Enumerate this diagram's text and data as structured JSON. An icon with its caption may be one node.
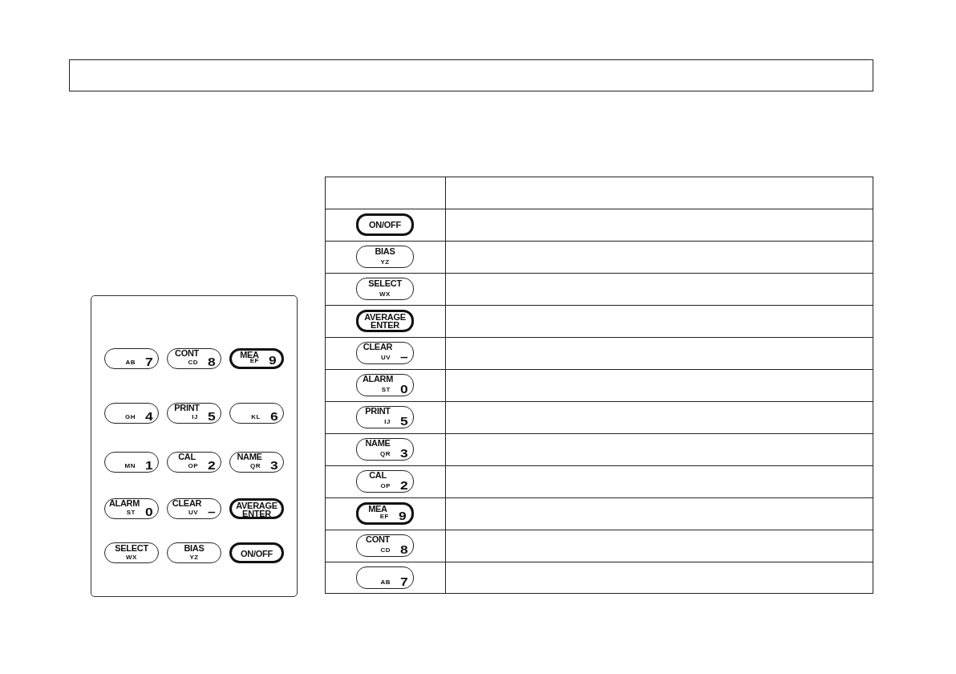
{
  "diagram": {
    "nodes": [
      {
        "text": [],
        "shape": "box"
      },
      {
        "text": [
          "AB",
          "7"
        ],
        "in": 0
      },
      {
        "text": [
          "CONT",
          "CD",
          "8"
        ],
        "in": 0
      },
      {
        "text": [
          "MEA",
          "EF",
          "9"
        ],
        "in": 0
      },
      {
        "text": [
          "GH",
          "4"
        ],
        "in": 0
      },
      {
        "text": [
          "PRINT",
          "IJ",
          "5"
        ],
        "in": 0
      },
      {
        "text": [
          "KL",
          "6"
        ],
        "in": 0
      },
      {
        "text": [
          "MN",
          "1"
        ],
        "in": 0
      },
      {
        "text": [
          "CAL",
          "OP",
          "2"
        ],
        "in": 0
      },
      {
        "text": [
          "NAME",
          "QR",
          "3"
        ],
        "in": 0
      },
      {
        "text": [
          "ALARM",
          "ST",
          "0"
        ],
        "in": 0
      },
      {
        "text": [
          "CLEAR",
          "UV",
          "–"
        ],
        "in": 0
      },
      {
        "text": [
          "AVERAGE ENTER"
        ],
        "in": 0
      },
      {
        "text": [
          "SELECT",
          "WX"
        ],
        "in": 0
      },
      {
        "text": [
          "BIAS",
          "YZ"
        ],
        "in": 0
      },
      {
        "text": [
          "ON/OFF"
        ],
        "in": 0
      },
      {
        "text": [
          "ON/OFF"
        ]
      },
      {
        "text": [
          "BIAS",
          "YZ"
        ]
      },
      {
        "text": [
          "SELECT",
          "WX"
        ]
      },
      {
        "text": [
          "AVERAGE ENTER"
        ]
      },
      {
        "text": [
          "CLEAR",
          "UV",
          "–"
        ]
      },
      {
        "text": [
          "ALARM",
          "ST",
          "0"
        ]
      },
      {
        "text": [
          "PRINT",
          "IJ",
          "5"
        ]
      },
      {
        "text": [
          "NAME",
          "QR",
          "3"
        ]
      },
      {
        "text": [
          "CAL",
          "OP",
          "2"
        ]
      },
      {
        "text": [
          "MEA",
          "EF",
          "9"
        ]
      },
      {
        "text": [
          "CONT",
          "CD",
          "8"
        ]
      },
      {
        "text": [
          "AB",
          "7"
        ]
      }
    ],
    "edges": []
  }
}
